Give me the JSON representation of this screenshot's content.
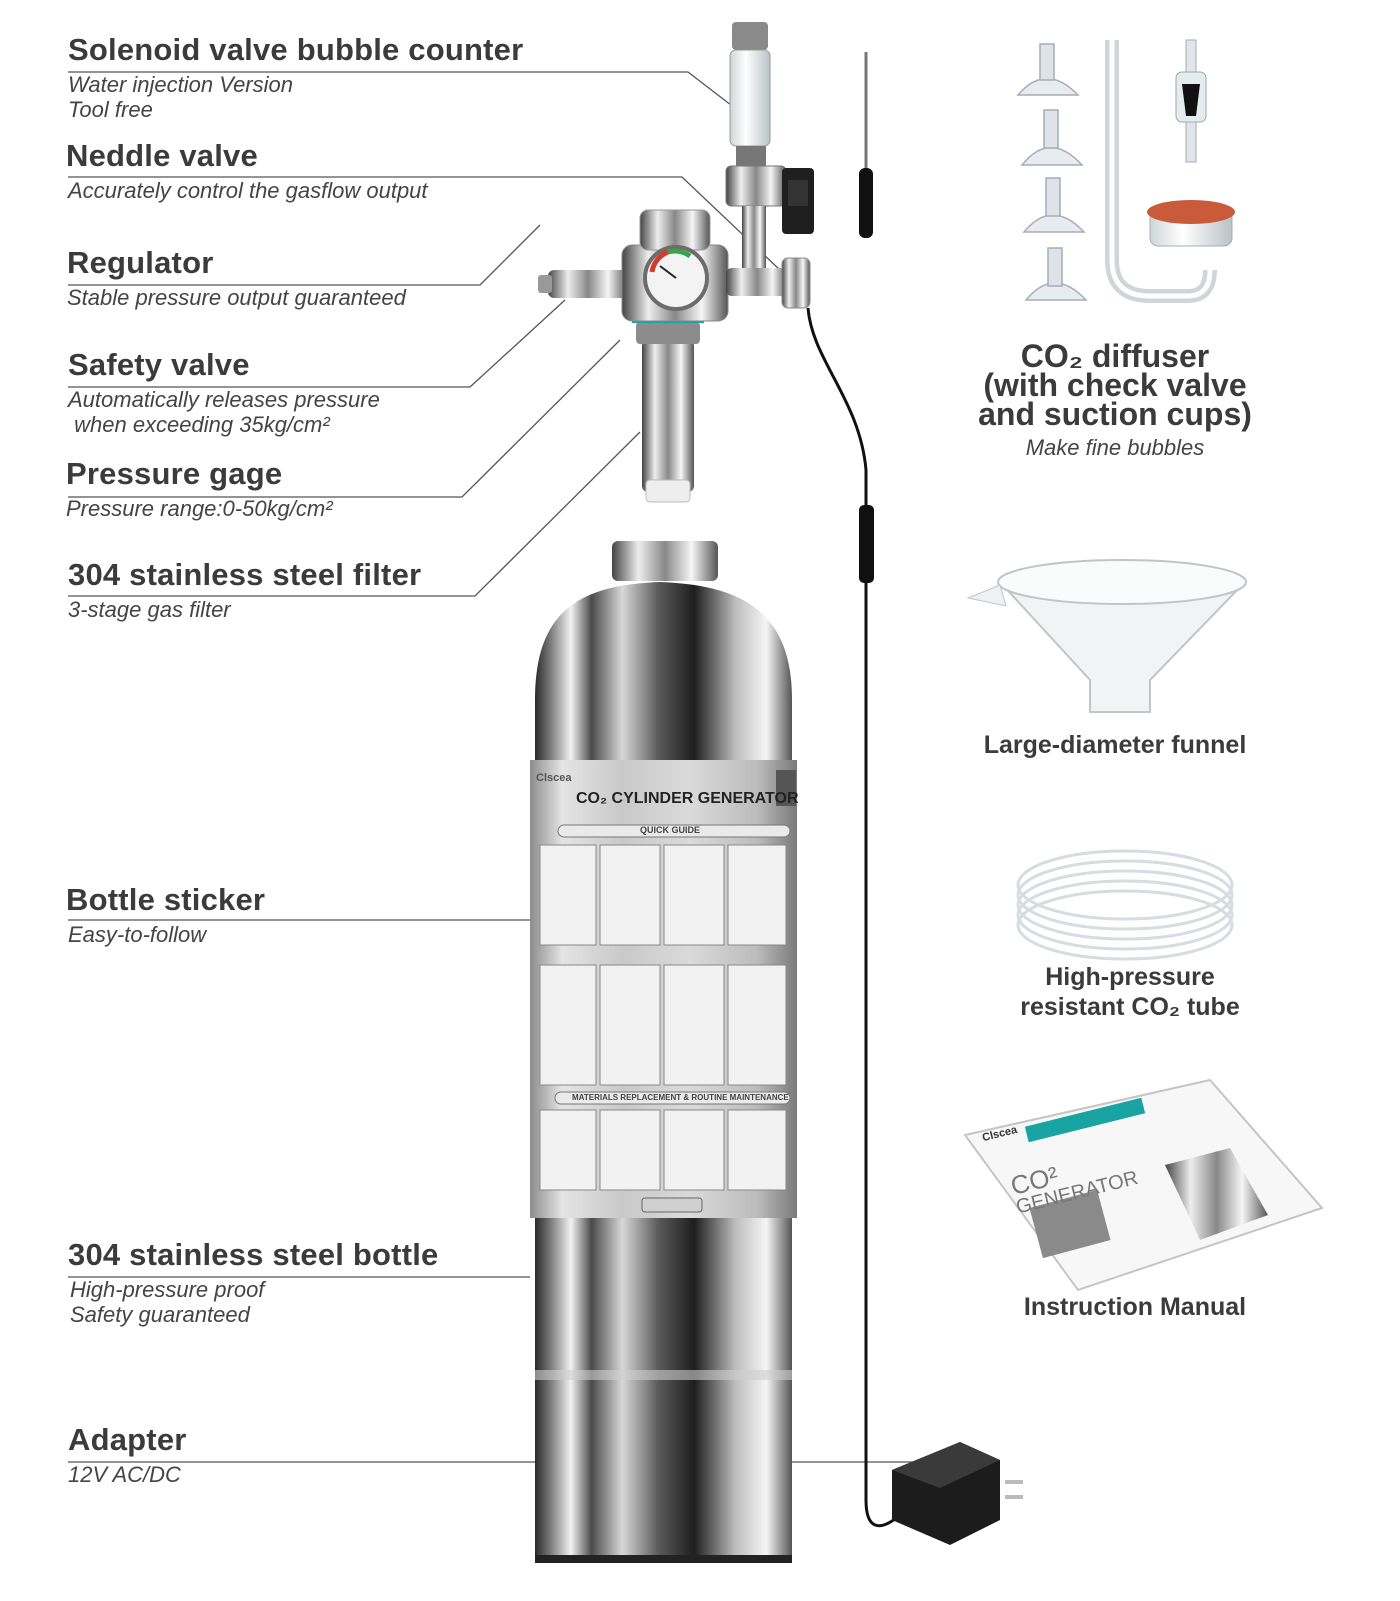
{
  "left_labels": [
    {
      "title": "Solenoid valve bubble counter",
      "subs": [
        "Water injection Version",
        "Tool free"
      ]
    },
    {
      "title": "Neddle valve",
      "subs": [
        "Accurately control the gasflow output"
      ]
    },
    {
      "title": "Regulator",
      "subs": [
        "Stable pressure output guaranteed"
      ]
    },
    {
      "title": "Safety valve",
      "subs": [
        "Automatically releases pressure",
        " when exceeding 35kg/cm²"
      ]
    },
    {
      "title": "Pressure gage",
      "subs": [
        "Pressure range:0-50kg/cm²"
      ]
    },
    {
      "title": "304 stainless steel filter",
      "subs": [
        "3-stage gas filter"
      ]
    },
    {
      "title": "Bottle sticker",
      "subs": [
        "Easy-to-follow"
      ]
    },
    {
      "title": "304 stainless steel bottle",
      "subs": [
        "High-pressure proof",
        "Safety guaranteed"
      ]
    },
    {
      "title": "Adapter",
      "subs": [
        "12V AC/DC"
      ]
    }
  ],
  "right_items": {
    "diffuser": {
      "lines": [
        "CO₂ diffuser",
        "(with check valve",
        "and suction cups)"
      ],
      "sub": "Make fine bubbles"
    },
    "funnel": {
      "label": "Large-diameter funnel"
    },
    "tube": {
      "lines": [
        "High-pressure",
        "resistant CO₂ tube"
      ]
    },
    "manual": {
      "label": "Instruction Manual",
      "cover_brand": "Clscea",
      "cover_title_1": "CO²",
      "cover_title_2": "GENERATOR"
    }
  },
  "bottle_sticker": {
    "brand": "Clscea",
    "title": "CO₂ CYLINDER GENERATOR",
    "quick_guide": "QUICK GUIDE",
    "maintenance": "MATERIALS REPLACEMENT & ROUTINE MAINTENANCE"
  },
  "colors": {
    "accent_teal": "#1aa3a3",
    "label_text": "#3b3b3b",
    "leader_line": "#555555",
    "gauge_red": "#d23b2a",
    "gauge_green": "#3aa34a",
    "diffuser_red": "#c95a3a"
  }
}
